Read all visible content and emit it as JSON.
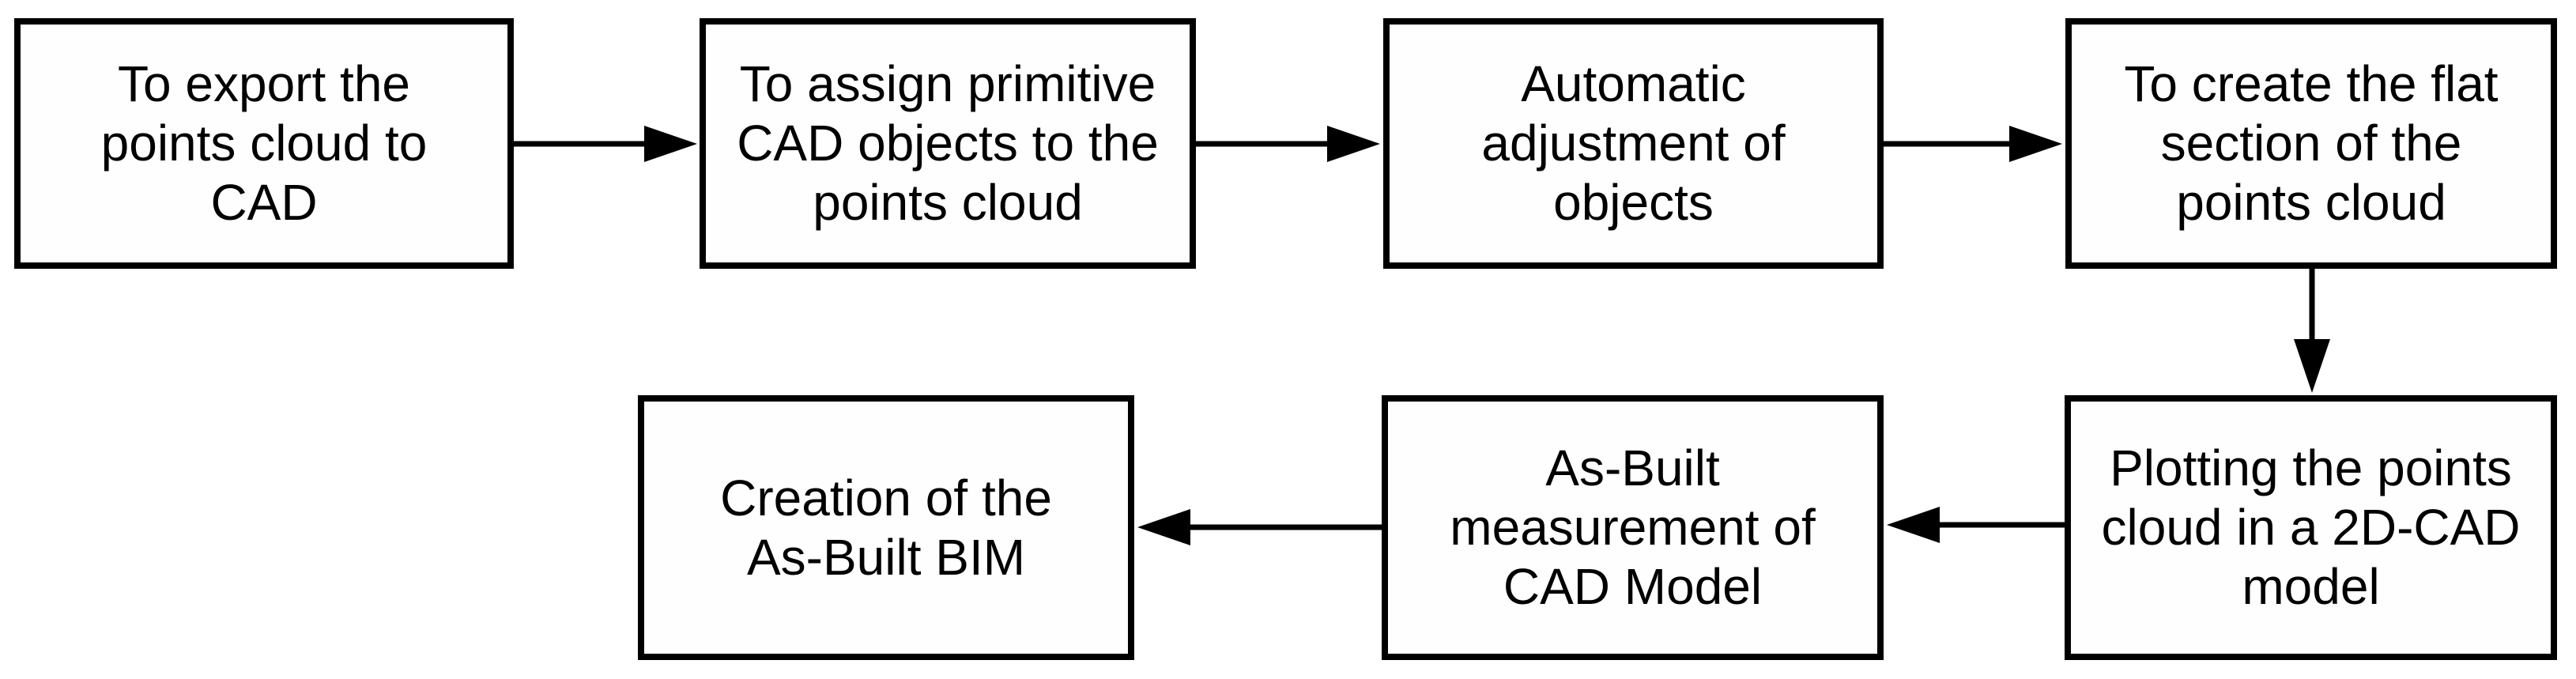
{
  "diagram": {
    "figure_type": "flowchart",
    "colors": {
      "background": "#ffffff",
      "box_fill": "#fefefe",
      "box_border": "#000000",
      "text": "#000000",
      "arrow": "#000000"
    },
    "nodes": [
      {
        "id": "n1",
        "label": "To export the\npoints cloud to\nCAD"
      },
      {
        "id": "n2",
        "label": "To assign primitive\nCAD objects to the\npoints cloud"
      },
      {
        "id": "n3",
        "label": "Automatic\nadjustment of\nobjects"
      },
      {
        "id": "n4",
        "label": "To create the flat\nsection of the\npoints cloud"
      },
      {
        "id": "n5",
        "label": "Plotting the points\ncloud in a 2D-CAD\nmodel"
      },
      {
        "id": "n6",
        "label": "As-Built\nmeasurement of\nCAD Model"
      },
      {
        "id": "n7",
        "label": "Creation of the\nAs-Built BIM"
      }
    ],
    "edges": [
      {
        "from": "n1",
        "to": "n2",
        "direction": "right"
      },
      {
        "from": "n2",
        "to": "n3",
        "direction": "right"
      },
      {
        "from": "n3",
        "to": "n4",
        "direction": "right"
      },
      {
        "from": "n4",
        "to": "n5",
        "direction": "down"
      },
      {
        "from": "n5",
        "to": "n6",
        "direction": "left"
      },
      {
        "from": "n6",
        "to": "n7",
        "direction": "left"
      }
    ]
  }
}
